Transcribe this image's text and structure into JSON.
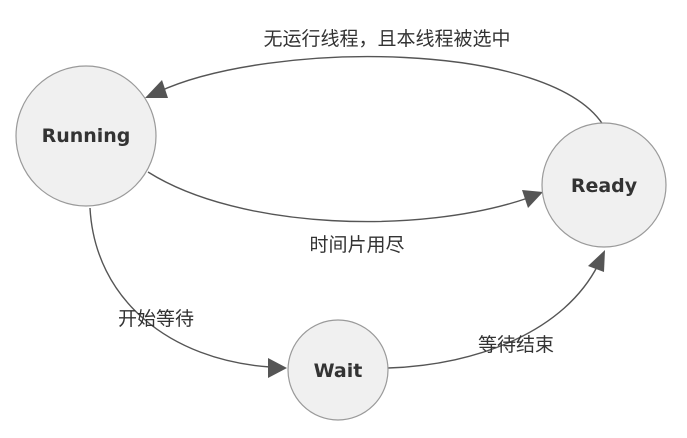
{
  "states": {
    "running": "Running",
    "ready": "Ready",
    "wait": "Wait"
  },
  "transitions": {
    "ready_to_running": "无运行线程，且本线程被选中",
    "running_to_ready": "时间片用尽",
    "running_to_wait": "开始等待",
    "wait_to_ready": "等待结束"
  },
  "colors": {
    "node_fill": "#f0f0f0",
    "node_stroke": "#9a9a9a",
    "edge": "#555555",
    "text": "#333333"
  }
}
